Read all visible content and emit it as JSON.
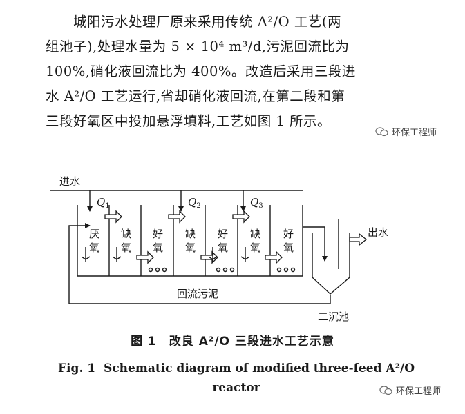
{
  "paragraph": {
    "lines": [
      "城阳污水处理厂原来采用传统 A²/O 工艺(两",
      "组池子),处理水量为 5 × 10⁴ m³/d,污泥回流比为",
      "100%,硝化液回流比为 400%。改造后采用三段进",
      "水 A²/O 工艺运行,省却硝化液回流,在第二段和第",
      "三段好氧区中投加悬浮填料,工艺如图 1 所示。"
    ]
  },
  "watermark": {
    "text": "环保工程师"
  },
  "diagram": {
    "inflow_label": "进水",
    "outflow_label": "出水",
    "q_letter": "Q",
    "q_subs": [
      "1",
      "2",
      "3"
    ],
    "zones": [
      {
        "c1": "厌",
        "c2": "氧"
      },
      {
        "c1": "缺",
        "c2": "氧"
      },
      {
        "c1": "好",
        "c2": "氧"
      },
      {
        "c1": "缺",
        "c2": "氧"
      },
      {
        "c1": "好",
        "c2": "氧"
      },
      {
        "c1": "缺",
        "c2": "氧"
      },
      {
        "c1": "好",
        "c2": "氧"
      }
    ],
    "return_sludge_label": "回流污泥",
    "clarifier_label": "二沉池"
  },
  "caption": {
    "cn": "图 1　改良 A²/O 三段进水工艺示意",
    "en_fig": "Fig. 1",
    "en_text": "Schematic diagram of modified three-feed A²/O reactor"
  }
}
